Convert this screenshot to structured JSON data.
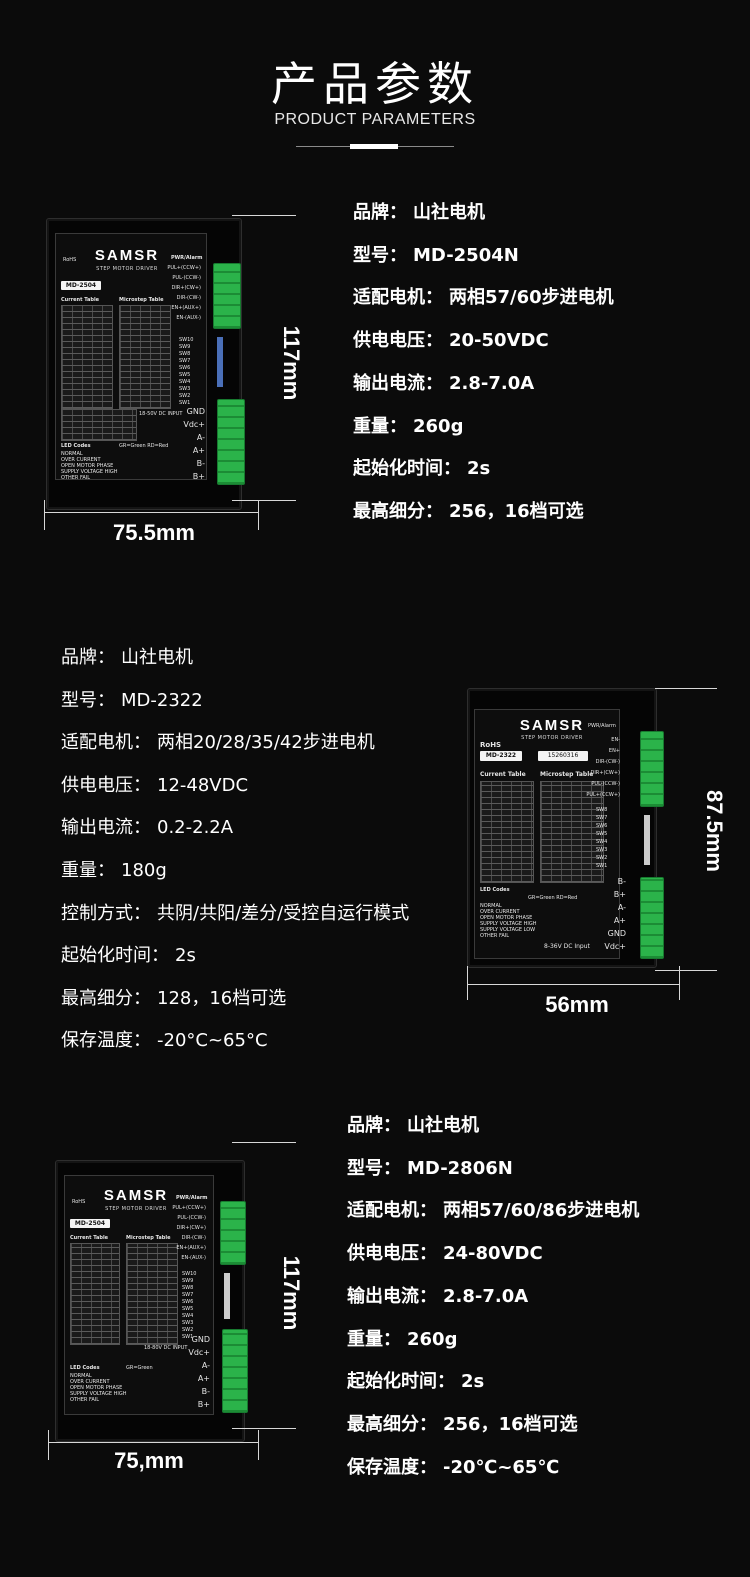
{
  "header": {
    "title_cn": "产品参数",
    "title_en": "PRODUCT PARAMETERS"
  },
  "products": [
    {
      "specs": [
        {
          "k": "品牌：",
          "v": "山社电机"
        },
        {
          "k": "型号：",
          "v": "MD-2504N"
        },
        {
          "k": "适配电机：",
          "v": "两相57/60步进电机"
        },
        {
          "k": "供电电压：",
          "v": "20-50VDC"
        },
        {
          "k": "输出电流：",
          "v": "2.8-7.0A"
        },
        {
          "k": "重量：",
          "v": "260g"
        },
        {
          "k": "起始化时间：",
          "v": "2s"
        },
        {
          "k": "最高细分：",
          "v": "256，16档可选"
        }
      ],
      "height_dim": "117mm",
      "width_dim": "75.5mm",
      "device": {
        "brand": "SAMSR",
        "subbrand": "STEP MOTOR DRIVER",
        "model_label": "MD-2504",
        "rohs": "RoHS",
        "current_table": "Current Table",
        "microstep_table": "Microstep Table",
        "pwr_alarm": "PWR/Alarm",
        "input": "18-50V DC INPUT",
        "led_codes": "LED Codes",
        "led_legend": "GR=Green  RD=Red",
        "signal_pins": [
          "PUL+(CCW+)",
          "PUL-(CCW-)",
          "DIR+(CW+)",
          "DIR-(CW-)",
          "EN+(AUX+)",
          "EN-(AUX-)"
        ],
        "switches": [
          "SW10",
          "SW9",
          "SW8",
          "SW7",
          "SW6",
          "SW5",
          "SW4",
          "SW3",
          "SW2",
          "SW1"
        ],
        "power_pins": [
          "GND",
          "Vdc+",
          "A-",
          "A+",
          "B-",
          "B+"
        ],
        "faults": [
          "NORMAL",
          "OVER CURRENT",
          "OPEN MOTOR PHASE",
          "SUPPLY VOLTAGE HIGH",
          "OTHER FAIL"
        ]
      }
    },
    {
      "specs": [
        {
          "k": "品牌：",
          "v": "山社电机"
        },
        {
          "k": "型号：",
          "v": "MD-2322"
        },
        {
          "k": "适配电机：",
          "v": "两相20/28/35/42步进电机"
        },
        {
          "k": "供电电压：",
          "v": "12-48VDC"
        },
        {
          "k": "输出电流：",
          "v": "0.2-2.2A"
        },
        {
          "k": "重量：",
          "v": "180g"
        },
        {
          "k": "控制方式：",
          "v": "共阴/共阳/差分/受控自运行模式"
        },
        {
          "k": "起始化时间：",
          "v": "2s"
        },
        {
          "k": "最高细分：",
          "v": "128，16档可选"
        },
        {
          "k": "保存温度：",
          "v": "-20°C~65°C"
        }
      ],
      "height_dim": "87.5mm",
      "width_dim": "56mm",
      "device": {
        "brand": "SAMSR",
        "subbrand": "STEP MOTOR DRIVER",
        "model_label": "MD-2322",
        "serial": "15260316",
        "rohs": "RoHS",
        "current_table": "Current Table",
        "microstep_table": "Microstep Table",
        "pwr_alarm": "PWR/Alarm",
        "input": "8-36V DC Input",
        "led_codes": "LED Codes",
        "led_legend": "GR=Green  RD=Red",
        "signal_pins": [
          "EN-",
          "EN+",
          "DIR-(CW-)",
          "DIR+(CW+)",
          "PUL-(CCW-)",
          "PUL+(CCW+)"
        ],
        "switches": [
          "SW8",
          "SW7",
          "SW6",
          "SW5",
          "SW4",
          "SW3",
          "SW2",
          "SW1"
        ],
        "power_pins": [
          "B-",
          "B+",
          "A-",
          "A+",
          "GND",
          "Vdc+"
        ],
        "faults": [
          "NORMAL",
          "OVER CURRENT",
          "OPEN MOTOR PHASE",
          "SUPPLY VOLTAGE HIGH",
          "SUPPLY VOLTAGE LOW",
          "OTHER FAIL"
        ]
      }
    },
    {
      "specs": [
        {
          "k": "品牌：",
          "v": "山社电机"
        },
        {
          "k": "型号：",
          "v": "MD-2806N"
        },
        {
          "k": "适配电机：",
          "v": "两相57/60/86步进电机"
        },
        {
          "k": "供电电压：",
          "v": "24-80VDC"
        },
        {
          "k": "输出电流：",
          "v": "2.8-7.0A"
        },
        {
          "k": "重量：",
          "v": "260g"
        },
        {
          "k": "起始化时间：",
          "v": "2s"
        },
        {
          "k": "最高细分：",
          "v": "256，16档可选"
        },
        {
          "k": "保存温度：",
          "v": "-20℃~65℃"
        }
      ],
      "height_dim": "117mm",
      "width_dim": "75,mm",
      "device": {
        "brand": "SAMSR",
        "subbrand": "STEP MOTOR DRIVER",
        "model_label": "MD-2504",
        "rohs": "RoHS",
        "current_table": "Current Table",
        "microstep_table": "Microstep Table",
        "pwr_alarm": "PWR/Alarm",
        "input": "18-80V DC INPUT",
        "led_codes": "LED Codes",
        "led_legend": "GR=Green",
        "signal_pins": [
          "PUL+(CCW+)",
          "PUL-(CCW-)",
          "DIR+(CW+)",
          "DIR-(CW-)",
          "EN+(AUX+)",
          "EN-(AUX-)"
        ],
        "switches": [
          "SW10",
          "SW9",
          "SW8",
          "SW7",
          "SW6",
          "SW5",
          "SW4",
          "SW3",
          "SW2",
          "SW1"
        ],
        "power_pins": [
          "GND",
          "Vdc+",
          "A-",
          "A+",
          "B-",
          "B+"
        ],
        "faults": [
          "NORMAL",
          "OVER CURRENT",
          "OPEN MOTOR PHASE",
          "SUPPLY VOLTAGE HIGH",
          "OTHER FAIL"
        ]
      }
    }
  ]
}
